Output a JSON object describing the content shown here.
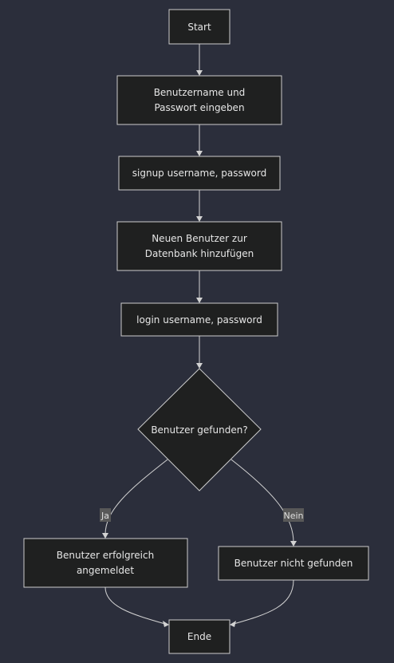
{
  "diagram": {
    "nodes": {
      "start": "Start",
      "enter_line1": "Benutzername und",
      "enter_line2": "Passwort eingeben",
      "signup": "signup username, password",
      "add_line1": "Neuen Benutzer zur",
      "add_line2": "Datenbank hinzufügen",
      "login": "login username, password",
      "decision": "Benutzer gefunden?",
      "success_line1": "Benutzer erfolgreich",
      "success_line2": "angemeldet",
      "notfound": "Benutzer nicht gefunden",
      "end": "Ende"
    },
    "edges": {
      "yes": "Ja",
      "no": "Nein"
    },
    "colors": {
      "background": "#2b2e3b",
      "node_fill": "#1f2020",
      "node_stroke": "#cccccc",
      "edge": "#d3d3d3",
      "edge_label_bg": "#585858",
      "text": "#e6e6e6"
    }
  }
}
